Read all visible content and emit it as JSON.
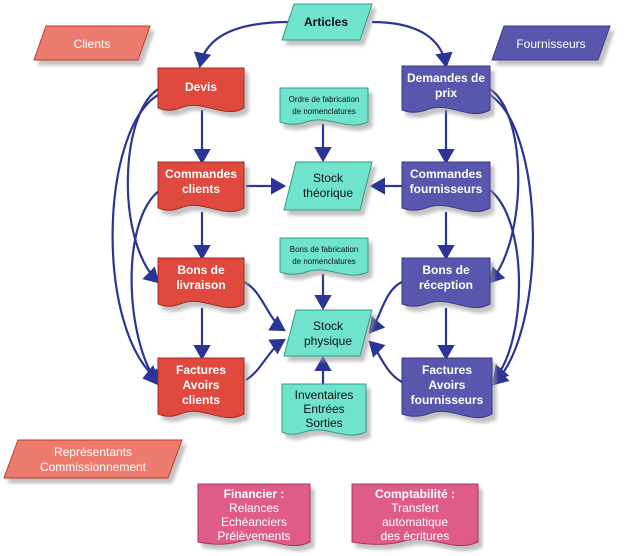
{
  "colors": {
    "red": "#e0483c",
    "red_light": "#ee7b6e",
    "blue": "#5856ad",
    "teal": "#6fe3cc",
    "pink": "#e05c88",
    "arrow": "#2b3595"
  },
  "nodes": {
    "articles": {
      "lines": [
        "Articles"
      ]
    },
    "clients": {
      "lines": [
        "Clients"
      ]
    },
    "fournisseurs": {
      "lines": [
        "Fournisseurs"
      ]
    },
    "devis": {
      "lines": [
        "Devis"
      ]
    },
    "commandes_clients": {
      "lines": [
        "Commandes",
        "clients"
      ]
    },
    "bons_livraison": {
      "lines": [
        "Bons de",
        "livraison"
      ]
    },
    "factures_clients": {
      "lines": [
        "Factures",
        "Avoirs",
        "clients"
      ]
    },
    "demandes_prix": {
      "lines": [
        "Demandes de",
        "prix"
      ]
    },
    "commandes_fournisseurs": {
      "lines": [
        "Commandes",
        "fournisseurs"
      ]
    },
    "bons_reception": {
      "lines": [
        "Bons de",
        "réception"
      ]
    },
    "factures_fournisseurs": {
      "lines": [
        "Factures",
        "Avoirs",
        "fournisseurs"
      ]
    },
    "ordre_fabrication": {
      "lines": [
        "Ordre de fabrication",
        "de nomenclatures"
      ]
    },
    "stock_theorique": {
      "lines": [
        "Stock",
        "théorique"
      ]
    },
    "bons_fabrication": {
      "lines": [
        "Bons de fabrication",
        "de nomenclatures"
      ]
    },
    "stock_physique": {
      "lines": [
        "Stock",
        "physique"
      ]
    },
    "inventaires": {
      "lines": [
        "Inventaires",
        "Entrées",
        "Sorties"
      ]
    },
    "representants": {
      "lines": [
        "Représentants",
        "Commissionnement"
      ]
    },
    "financier": {
      "lines": [
        "Financier :",
        "Relances",
        "Echéanciers",
        "Prélèvements"
      ]
    },
    "comptabilite": {
      "lines": [
        "Comptabilité :",
        "Transfert",
        "automatique",
        "des écritures"
      ]
    }
  }
}
